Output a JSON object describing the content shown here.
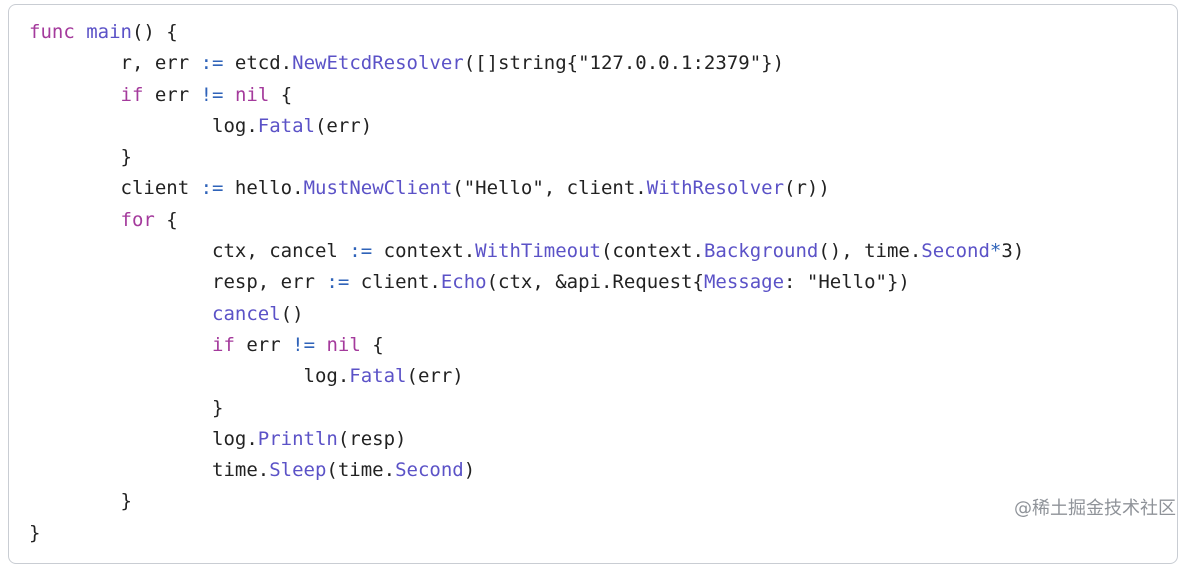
{
  "code": {
    "lines": [
      [
        {
          "t": "func",
          "k": "kw"
        },
        {
          "t": " ",
          "k": "plain"
        },
        {
          "t": "main",
          "k": "fn"
        },
        {
          "t": "() {",
          "k": "plain"
        }
      ],
      [
        {
          "t": "        r, err ",
          "k": "plain"
        },
        {
          "t": ":=",
          "k": "op"
        },
        {
          "t": " etcd.",
          "k": "plain"
        },
        {
          "t": "NewEtcdResolver",
          "k": "fn"
        },
        {
          "t": "([]string{\"127.0.0.1:2379\"})",
          "k": "plain"
        }
      ],
      [
        {
          "t": "        ",
          "k": "plain"
        },
        {
          "t": "if",
          "k": "kw"
        },
        {
          "t": " err ",
          "k": "plain"
        },
        {
          "t": "!=",
          "k": "op"
        },
        {
          "t": " ",
          "k": "plain"
        },
        {
          "t": "nil",
          "k": "kw"
        },
        {
          "t": " {",
          "k": "plain"
        }
      ],
      [
        {
          "t": "                log.",
          "k": "plain"
        },
        {
          "t": "Fatal",
          "k": "fn"
        },
        {
          "t": "(err)",
          "k": "plain"
        }
      ],
      [
        {
          "t": "        }",
          "k": "plain"
        }
      ],
      [
        {
          "t": "        client ",
          "k": "plain"
        },
        {
          "t": ":=",
          "k": "op"
        },
        {
          "t": " hello.",
          "k": "plain"
        },
        {
          "t": "MustNewClient",
          "k": "fn"
        },
        {
          "t": "(\"Hello\", client.",
          "k": "plain"
        },
        {
          "t": "WithResolver",
          "k": "fn"
        },
        {
          "t": "(r))",
          "k": "plain"
        }
      ],
      [
        {
          "t": "        ",
          "k": "plain"
        },
        {
          "t": "for",
          "k": "kw"
        },
        {
          "t": " {",
          "k": "plain"
        }
      ],
      [
        {
          "t": "                ctx, cancel ",
          "k": "plain"
        },
        {
          "t": ":=",
          "k": "op"
        },
        {
          "t": " context.",
          "k": "plain"
        },
        {
          "t": "WithTimeout",
          "k": "fn"
        },
        {
          "t": "(context.",
          "k": "plain"
        },
        {
          "t": "Background",
          "k": "fn"
        },
        {
          "t": "(), time.",
          "k": "plain"
        },
        {
          "t": "Second",
          "k": "fn"
        },
        {
          "t": "*",
          "k": "op"
        },
        {
          "t": "3)",
          "k": "plain"
        }
      ],
      [
        {
          "t": "                resp, err ",
          "k": "plain"
        },
        {
          "t": ":=",
          "k": "op"
        },
        {
          "t": " client.",
          "k": "plain"
        },
        {
          "t": "Echo",
          "k": "fn"
        },
        {
          "t": "(ctx, &api.Request{",
          "k": "plain"
        },
        {
          "t": "Message",
          "k": "fn"
        },
        {
          "t": ": \"Hello\"})",
          "k": "plain"
        }
      ],
      [
        {
          "t": "                ",
          "k": "plain"
        },
        {
          "t": "cancel",
          "k": "fn"
        },
        {
          "t": "()",
          "k": "plain"
        }
      ],
      [
        {
          "t": "                ",
          "k": "plain"
        },
        {
          "t": "if",
          "k": "kw"
        },
        {
          "t": " err ",
          "k": "plain"
        },
        {
          "t": "!=",
          "k": "op"
        },
        {
          "t": " ",
          "k": "plain"
        },
        {
          "t": "nil",
          "k": "kw"
        },
        {
          "t": " {",
          "k": "plain"
        }
      ],
      [
        {
          "t": "                        log.",
          "k": "plain"
        },
        {
          "t": "Fatal",
          "k": "fn"
        },
        {
          "t": "(err)",
          "k": "plain"
        }
      ],
      [
        {
          "t": "                }",
          "k": "plain"
        }
      ],
      [
        {
          "t": "                log.",
          "k": "plain"
        },
        {
          "t": "Println",
          "k": "fn"
        },
        {
          "t": "(resp)",
          "k": "plain"
        }
      ],
      [
        {
          "t": "                time.",
          "k": "plain"
        },
        {
          "t": "Sleep",
          "k": "fn"
        },
        {
          "t": "(time.",
          "k": "plain"
        },
        {
          "t": "Second",
          "k": "fn"
        },
        {
          "t": ")",
          "k": "plain"
        }
      ],
      [
        {
          "t": "        }",
          "k": "plain"
        }
      ],
      [
        {
          "t": "}",
          "k": "plain"
        }
      ]
    ]
  },
  "colors": {
    "keyword": "#a43a9c",
    "function": "#5b52c7",
    "operator": "#2f63b9",
    "text": "#222222",
    "border": "#c9cdd3"
  },
  "watermark": {
    "text": "@稀土掘金技术社区"
  }
}
